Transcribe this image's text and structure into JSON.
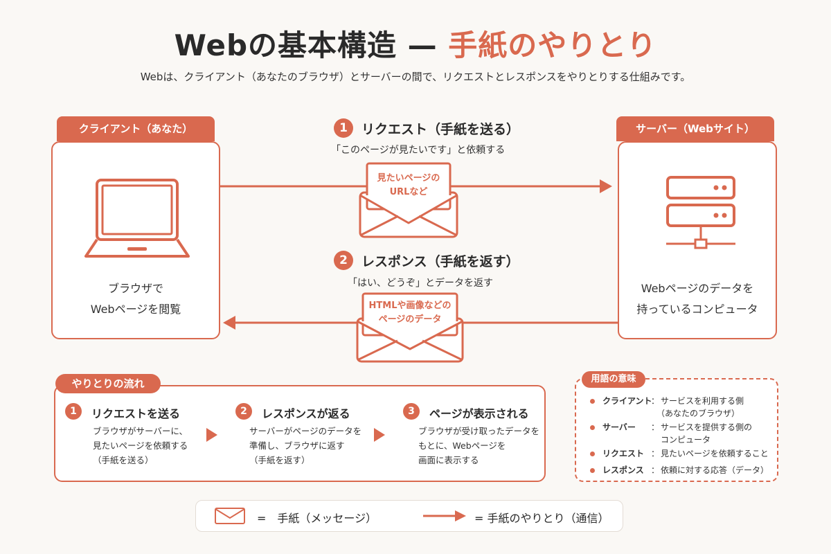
{
  "title": {
    "main": "Webの基本構造 — ",
    "accent": "手紙のやりとり"
  },
  "subtitle": "Webは、クライアント（あなたのブラウザ）とサーバーの間で、リクエストとレスポンスをやりとりする仕組みです。",
  "client": {
    "tab_label": "クライアント（あなた）",
    "caption_line1": "ブラウザで",
    "caption_line2": "Webページを閲覧",
    "icon": "laptop-icon"
  },
  "server": {
    "tab_label": "サーバー（Webサイト）",
    "caption_line1": "Webページのデータを",
    "caption_line2": "持っているコンピュータ",
    "icon": "server-icon"
  },
  "request": {
    "number": "1",
    "title": "リクエスト（手紙を送る）",
    "quote": "「このページが見たいです」と依頼する",
    "envelope_line1": "見たいページの",
    "envelope_line2": "URLなど"
  },
  "response": {
    "number": "2",
    "title": "レスポンス（手紙を返す）",
    "quote": "「はい、どうぞ」とデータを返す",
    "envelope_line1": "HTMLや画像などの",
    "envelope_line2": "ページのデータ"
  },
  "flow": {
    "label": "やりとりの流れ",
    "steps": [
      {
        "number": "1",
        "title": "リクエストを送る",
        "lines": [
          "ブラウザがサーバーに、",
          "見たいページを依頼する",
          "（手紙を送る）"
        ]
      },
      {
        "number": "2",
        "title": "レスポンスが返る",
        "lines": [
          "サーバーがページのデータを",
          "準備し、ブラウザに返す",
          "（手紙を返す）"
        ]
      },
      {
        "number": "3",
        "title": "ページが表示される",
        "lines": [
          "ブラウザが受け取ったデータを",
          "もとに、Webページを",
          "画面に表示する"
        ]
      }
    ]
  },
  "terms": {
    "label": "用語の意味",
    "items": [
      {
        "name": "クライアント",
        "sep": "：",
        "desc1": "サービスを利用する側",
        "desc2": "（あなたのブラウザ）"
      },
      {
        "name": "サーバー",
        "sep": "：",
        "desc1": "サービスを提供する側の",
        "desc2": "コンピュータ"
      },
      {
        "name": "リクエスト",
        "sep": "：",
        "desc1": "見たいページを依頼すること",
        "desc2": ""
      },
      {
        "name": "レスポンス",
        "sep": "：",
        "desc1": "依頼に対する応答（データ）",
        "desc2": ""
      }
    ]
  },
  "legend": {
    "envelope_text": "=　手紙（メッセージ）",
    "arrow_text": "= 手紙のやりとり（通信）"
  },
  "colors": {
    "accent": "#d9694f",
    "background": "#faf8f5",
    "text": "#2a2a2a"
  }
}
